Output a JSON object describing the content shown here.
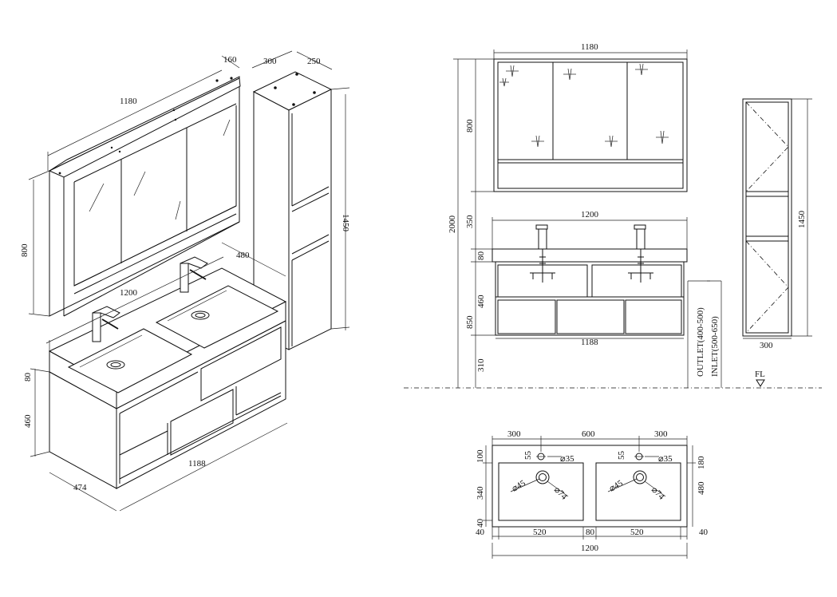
{
  "iso": {
    "cabinet_width": "1180",
    "cabinet_depth": "160",
    "cabinet_height": "800",
    "tall_width": "300",
    "tall_depth": "250",
    "tall_height": "1450",
    "basin_width": "1200",
    "basin_depth": "480",
    "counter_height": "80",
    "vanity_height": "460",
    "vanity_width": "1188",
    "vanity_depth": "474"
  },
  "front": {
    "mirror_width": "1180",
    "mirror_height": "800",
    "gap_height": "350",
    "total_height": "2000",
    "basin_width": "1200",
    "counter_height": "80",
    "vanity_height": "460",
    "top_height": "850",
    "floor_gap": "310",
    "vanity_width": "1188",
    "outlet_label": "OUTLET(400-500)",
    "inlet_label": "INLET(500-650)",
    "floor_label": "FL"
  },
  "side": {
    "height": "1450",
    "width": "300"
  },
  "plan": {
    "left_offset": "300",
    "tap_spacing": "600",
    "right_offset": "300",
    "edge_to_tap": "100",
    "tap_offset": "55",
    "tap_hole": "⌀35",
    "drain_inner": "⌀45",
    "drain_outer": "⌀74",
    "bowl_depth": "340",
    "front_edge": "40",
    "side_edge_left": "40",
    "bowl_width_left": "520",
    "divider": "80",
    "bowl_width_right": "520",
    "side_edge_right": "40",
    "total_width": "1200",
    "tap_zone": "180",
    "total_depth": "480"
  }
}
